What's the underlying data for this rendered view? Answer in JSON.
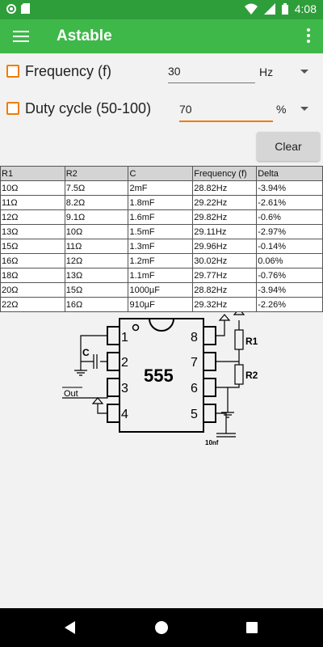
{
  "status_bar": {
    "time": "4:08",
    "icons": [
      "app-circle-icon",
      "sd-card-icon",
      "wifi-icon",
      "signal-icon",
      "battery-icon"
    ]
  },
  "app_bar": {
    "title": "Astable",
    "menu_icon": "hamburger-menu-icon",
    "overflow_icon": "more-vert-icon"
  },
  "frequency": {
    "label": "Frequency (f)",
    "value": "30",
    "unit": "Hz",
    "checked": false
  },
  "duty_cycle": {
    "label": "Duty cycle (50-100)",
    "value": "70",
    "unit": "%",
    "checked": false
  },
  "clear_label": "Clear",
  "table": {
    "headers": [
      "R1",
      "R2",
      "C",
      "Frequency (f)",
      "Delta"
    ],
    "rows": [
      [
        "10Ω",
        "7.5Ω",
        "2mF",
        "28.82Hz",
        "-3.94%"
      ],
      [
        "11Ω",
        "8.2Ω",
        "1.8mF",
        "29.22Hz",
        "-2.61%"
      ],
      [
        "12Ω",
        "9.1Ω",
        "1.6mF",
        "29.82Hz",
        "-0.6%"
      ],
      [
        "13Ω",
        "10Ω",
        "1.5mF",
        "29.11Hz",
        "-2.97%"
      ],
      [
        "15Ω",
        "11Ω",
        "1.3mF",
        "29.96Hz",
        "-0.14%"
      ],
      [
        "16Ω",
        "12Ω",
        "1.2mF",
        "30.02Hz",
        "0.06%"
      ],
      [
        "18Ω",
        "13Ω",
        "1.1mF",
        "29.77Hz",
        "-0.76%"
      ],
      [
        "20Ω",
        "15Ω",
        "1000µF",
        "28.82Hz",
        "-3.94%"
      ],
      [
        "22Ω",
        "16Ω",
        "910µF",
        "29.32Hz",
        "-2.26%"
      ]
    ]
  },
  "diagram": {
    "chip_label": "555",
    "pins_left": [
      "1",
      "2",
      "3",
      "4"
    ],
    "pins_right": [
      "8",
      "7",
      "6",
      "5"
    ],
    "c_label": "C",
    "out_label": "Out",
    "r1_label": "R1",
    "r2_label": "R2",
    "cap_label": "10nf"
  },
  "nav_bar": {
    "icons": [
      "back-icon",
      "home-icon",
      "recent-apps-icon"
    ]
  }
}
